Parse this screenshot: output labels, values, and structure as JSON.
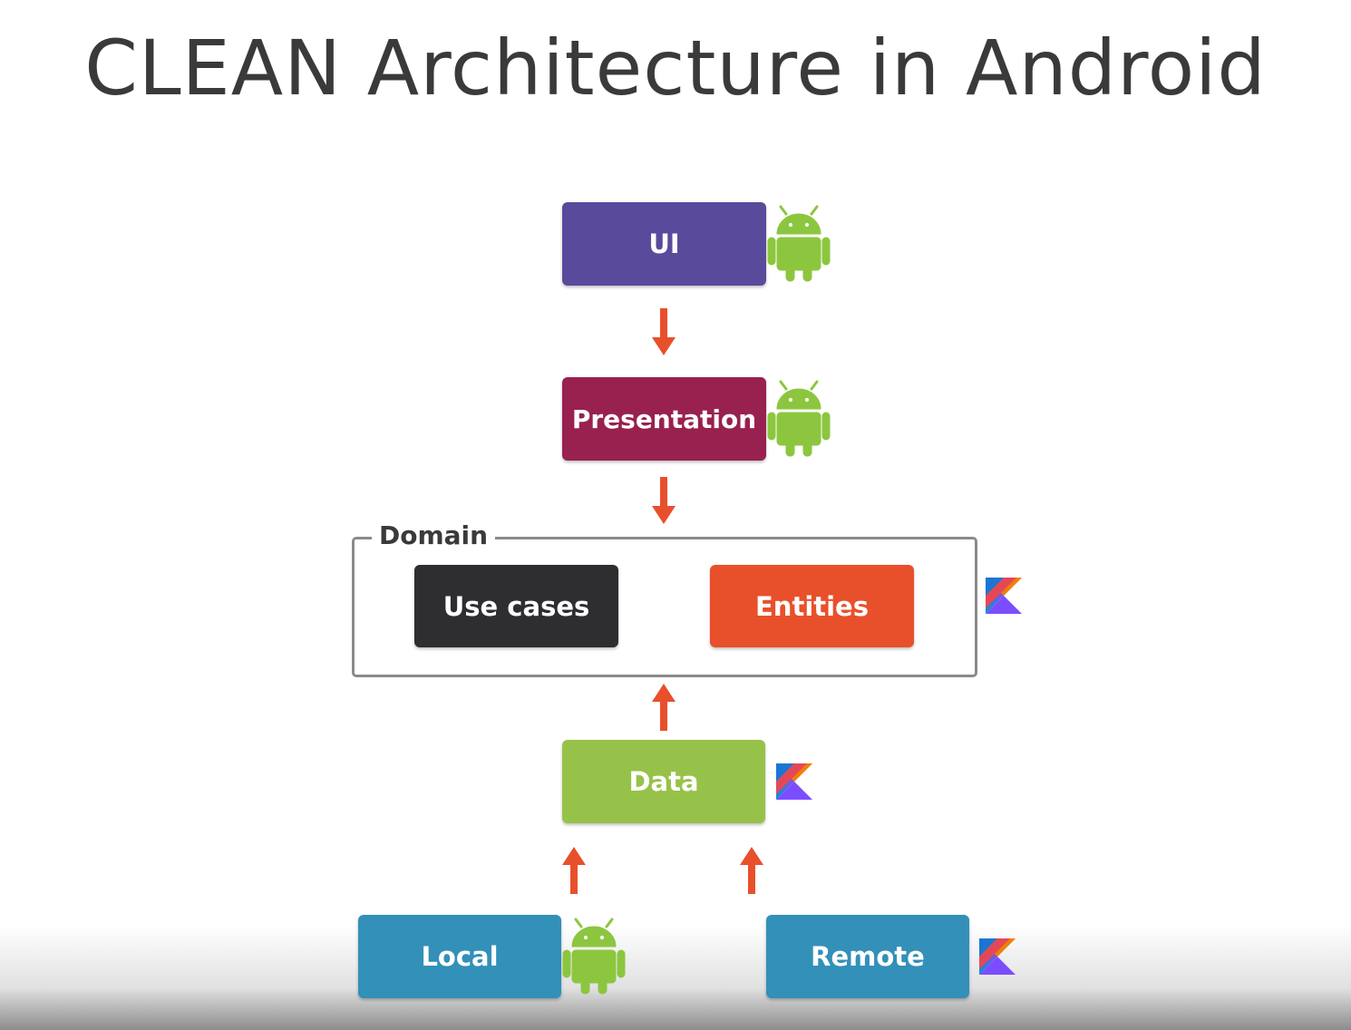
{
  "title": "CLEAN Architecture in Android",
  "colors": {
    "ui": "#5a4a9c",
    "presentation": "#98214f",
    "use_cases": "#2e2d30",
    "entities": "#e8502b",
    "data": "#97c24a",
    "local": "#3390b8",
    "remote": "#3390b8",
    "arrow": "#e8502b",
    "android": "#8cc63f",
    "domain_border": "#8a8a8a"
  },
  "nodes": {
    "ui": "UI",
    "presentation": "Presentation",
    "use_cases": "Use cases",
    "entities": "Entities",
    "data": "Data",
    "local": "Local",
    "remote": "Remote"
  },
  "groups": {
    "domain": "Domain"
  },
  "edges": [
    {
      "from": "UI",
      "to": "Presentation"
    },
    {
      "from": "Presentation",
      "to": "Domain"
    },
    {
      "from": "Data",
      "to": "Domain"
    },
    {
      "from": "Local",
      "to": "Data"
    },
    {
      "from": "Remote",
      "to": "Data"
    }
  ],
  "platform_icons": {
    "ui": "android-icon",
    "presentation": "android-icon",
    "domain": "kotlin-icon",
    "data": "kotlin-icon",
    "local": "android-icon",
    "remote": "kotlin-icon"
  }
}
